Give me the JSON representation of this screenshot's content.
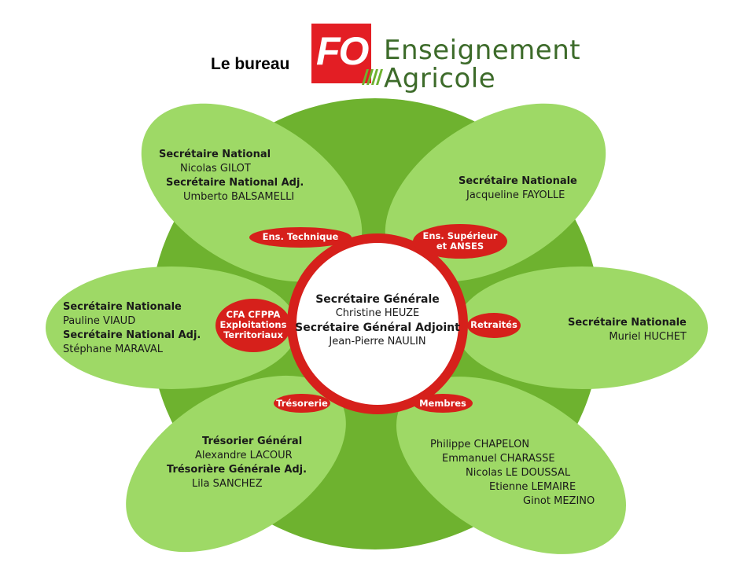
{
  "header": {
    "title": "Le bureau",
    "logo_mark": "FO",
    "logo_line1": "Enseignement",
    "logo_line2": "Agricole"
  },
  "colors": {
    "big_circle": "#6eb22f",
    "petal": "#9ed966",
    "tag_red": "#d6201b",
    "center_white": "#ffffff",
    "logo_green": "#3d6b2a",
    "logo_red": "#e31e24"
  },
  "center": {
    "l1": "Secrétaire Générale",
    "l2": "Christine HEUZE",
    "l3": "Secrétaire Général Adjoint",
    "l4": "Jean-Pierre NAULIN"
  },
  "petals": {
    "top_left": {
      "l1": "Secrétaire National",
      "l2": "Nicolas GILOT",
      "l3": "Secrétaire National Adj.",
      "l4": "Umberto BALSAMELLI"
    },
    "top_right": {
      "l1": "Secrétaire Nationale",
      "l2": "Jacqueline FAYOLLE"
    },
    "left": {
      "l1": "Secrétaire Nationale",
      "l2": "Pauline VIAUD",
      "l3": "Secrétaire National Adj.",
      "l4": "Stéphane MARAVAL"
    },
    "right": {
      "l1": "Secrétaire Nationale",
      "l2": "Muriel HUCHET"
    },
    "bottom_left": {
      "l1": "Trésorier Général",
      "l2": "Alexandre LACOUR",
      "l3": "Trésorière Générale Adj.",
      "l4": "Lila SANCHEZ"
    },
    "bottom_right": {
      "l1": "Philippe CHAPELON",
      "l2": "Emmanuel CHARASSE",
      "l3": "Nicolas LE DOUSSAL",
      "l4": "Etienne LEMAIRE",
      "l5": "Ginot MEZINO"
    }
  },
  "tags": {
    "tech": "Ens. Technique",
    "sup1": "Ens. Supérieur",
    "sup2": "et ANSES",
    "cfa1": "CFA CFPPA",
    "cfa2": "Exploitations",
    "cfa3": "Territoriaux",
    "retr": "Retraités",
    "treso": "Trésorerie",
    "membres": "Membres"
  }
}
